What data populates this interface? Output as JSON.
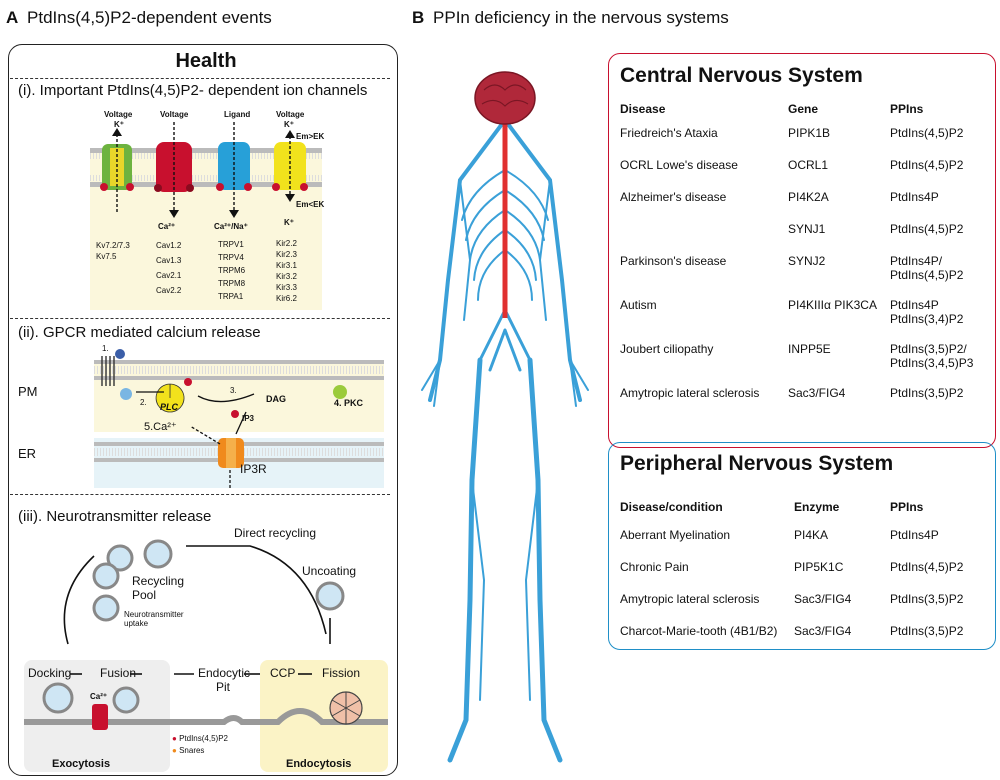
{
  "panel_a": {
    "letter": "A",
    "title": "PtdIns(4,5)P2-dependent events",
    "health_title": "Health",
    "sec1_title": "(i). Important PtdIns(4,5)P2- dependent ion channels",
    "channel_types": [
      "Voltage",
      "Voltage",
      "Ligand",
      "Voltage"
    ],
    "ion_top": [
      "K⁺",
      "",
      "",
      "K⁺"
    ],
    "ion_bottom": [
      "Ca²⁺",
      "Ca²⁺/Na⁺",
      "K⁺"
    ],
    "em_gt": "Em>EK",
    "em_lt": "Em<EK",
    "kv_list": [
      "Kv7.2/7.3",
      "Kv7.5"
    ],
    "cav_list": [
      "Cav1.2",
      "Cav1.3",
      "Cav2.1",
      "Cav2.2"
    ],
    "trp_list": [
      "TRPV1",
      "TRPV4",
      "TRPM6",
      "TRPM8",
      "TRPA1"
    ],
    "kir_list": [
      "Kir2.2",
      "Kir2.3",
      "Kir3.1",
      "Kir3.2",
      "Kir3.3",
      "Kir6.2"
    ],
    "sec2_title": "(ii). GPCR mediated calcium release",
    "pm": "PM",
    "er": "ER",
    "step1": "1.",
    "step2": "2.",
    "step3": "3.",
    "plc": "PLC",
    "dag": "DAG",
    "pkc": "4. PKC",
    "ip3": "IP3",
    "ca_release": "5.Ca²⁺",
    "ip3r": "IP3R",
    "sec3_title": "(iii). Neurotransmitter release",
    "direct_recycling": "Direct recycling",
    "recycling_pool": "Recycling Pool",
    "uncoating": "Uncoating",
    "nt_uptake": "Neurotransmitter uptake",
    "docking": "Docking",
    "fusion": "Fusion",
    "endocytic_pit": "Endocytic Pit",
    "ccp": "CCP",
    "fission": "Fission",
    "ca": "Ca²⁺",
    "legend_pip2": "PtdIns(4,5)P2",
    "legend_snares": "Snares",
    "exocytosis": "Exocytosis",
    "endocytosis": "Endocytosis"
  },
  "panel_b": {
    "letter": "B",
    "title": "PPIn deficiency in the nervous systems"
  },
  "cns": {
    "title": "Central Nervous System",
    "headers": [
      "Disease",
      "Gene",
      "PPIns"
    ],
    "rows": [
      [
        "Friedreich's Ataxia",
        "PIPK1B",
        "PtdIns(4,5)P2"
      ],
      [
        "OCRL Lowe's disease",
        "OCRL1",
        "PtdIns(4,5)P2"
      ],
      [
        "Alzheimer's disease",
        "PI4K2A",
        "PtdIns4P"
      ],
      [
        "",
        "SYNJ1",
        "PtdIns(4,5)P2"
      ],
      [
        "Parkinson's disease",
        "SYNJ2",
        "PtdIns4P/ PtdIns(4,5)P2"
      ],
      [
        "Autism",
        "PI4KIIIα PIK3CA",
        "PtdIns4P PtdIns(3,4)P2"
      ],
      [
        "Joubert ciliopathy",
        "INPP5E",
        "PtdIns(3,5)P2/ PtdIns(3,4,5)P3"
      ],
      [
        "Amytropic lateral sclerosis",
        "Sac3/FIG4",
        "PtdIns(3,5)P2"
      ]
    ]
  },
  "pns": {
    "title": "Peripheral Nervous System",
    "headers": [
      "Disease/condition",
      "Enzyme",
      "PPIns"
    ],
    "rows": [
      [
        "Aberrant Myelination",
        "PI4KA",
        "PtdIns4P"
      ],
      [
        "Chronic Pain",
        "PIP5K1C",
        "PtdIns(4,5)P2"
      ],
      [
        "Amytropic lateral sclerosis",
        "Sac3/FIG4",
        "PtdIns(3,5)P2"
      ],
      [
        "Charcot-Marie-tooth (4B1/B2)",
        "Sac3/FIG4",
        "PtdIns(3,5)P2"
      ]
    ]
  },
  "colors": {
    "cns_border": "#c8102e",
    "pns_border": "#1f8fc7",
    "nerve": "#3aa0d8",
    "spine": "#e03030",
    "membrane_bg": "#fbf7dc",
    "er_bg": "#e6f3f8"
  }
}
